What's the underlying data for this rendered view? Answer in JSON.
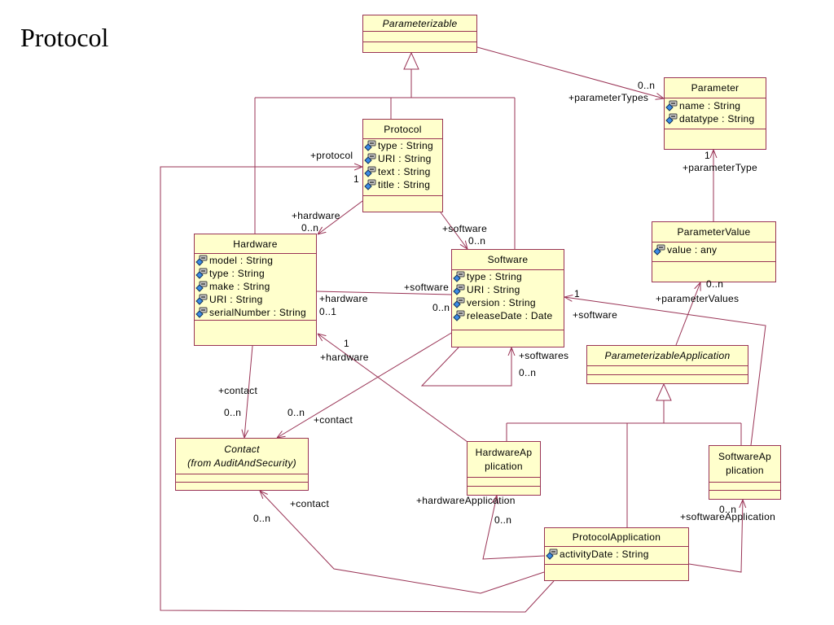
{
  "page": {
    "title": "Protocol"
  },
  "colors": {
    "line": "#993355",
    "class_fill": "#FFFFCC",
    "class_border": "#993355",
    "text": "#000000",
    "background": "#FFFFFF"
  },
  "icons": {
    "attribute": "attribute-icon",
    "arrow": "open-arrowhead",
    "generalization": "hollow-triangle"
  },
  "classes": {
    "parameterizable": {
      "name": "Parameterizable",
      "italic": true,
      "attributes": []
    },
    "parameter": {
      "name": "Parameter",
      "attributes": [
        "name : String",
        "datatype : String"
      ]
    },
    "protocol": {
      "name": "Protocol",
      "attributes": [
        "type : String",
        "URI : String",
        "text : String",
        "title : String"
      ]
    },
    "hardware": {
      "name": "Hardware",
      "attributes": [
        "model : String",
        "type : String",
        "make : String",
        "URI : String",
        "serialNumber : String"
      ]
    },
    "software": {
      "name": "Software",
      "attributes": [
        "type : String",
        "URI : String",
        "version : String",
        "releaseDate : Date"
      ]
    },
    "parameter_value": {
      "name": "ParameterValue",
      "attributes": [
        "value : any"
      ]
    },
    "parameterizable_application": {
      "name": "ParameterizableApplication",
      "italic": true,
      "attributes": []
    },
    "contact": {
      "name": "Contact",
      "package_note": "(from AuditAndSecurity)",
      "italic": true,
      "attributes": []
    },
    "hardware_application": {
      "name_lines": [
        "HardwareAp",
        "plication"
      ],
      "attributes": []
    },
    "software_application": {
      "name_lines": [
        "SoftwareAp",
        "plication"
      ],
      "attributes": []
    },
    "protocol_application": {
      "name": "ProtocolApplication",
      "attributes": [
        "activityDate : String"
      ]
    }
  },
  "associations": {
    "parameterizable_parameter": {
      "role": "+parameterTypes",
      "multiplicity": "0..n"
    },
    "parametervalue_parameter": {
      "role": "+parameterType",
      "multiplicity": "1"
    },
    "protocolapplication_protocol": {
      "role": "+protocol",
      "multiplicity": "1"
    },
    "protocol_hardware": {
      "role": "+hardware",
      "multiplicity": "0..n"
    },
    "protocol_software": {
      "role": "+software",
      "multiplicity": "0..n"
    },
    "hardware_software": {
      "hardware_end": {
        "role": "+hardware",
        "multiplicity": "0..1"
      },
      "software_end": {
        "role": "+software",
        "multiplicity": "0..n"
      }
    },
    "softwareapplication_software": {
      "role": "+software",
      "multiplicity": "1"
    },
    "parameterizableapplication_parametervalue": {
      "role": "+parameterValues",
      "multiplicity": "0..n"
    },
    "hardwareapplication_hardware": {
      "role": "+hardware",
      "multiplicity": "1"
    },
    "software_software": {
      "role": "+softwares",
      "multiplicity": "0..n"
    },
    "hardware_contact": {
      "role": "+contact",
      "multiplicity": "0..n"
    },
    "software_contact": {
      "role": "+contact",
      "multiplicity": "0..n"
    },
    "protocolapplication_contact": {
      "role": "+contact",
      "multiplicity": "0..n"
    },
    "protocolapplication_hardwareapplication": {
      "role": "+hardwareApplication",
      "multiplicity": "0..n"
    },
    "protocolapplication_softwareapplication": {
      "role": "+softwareApplication",
      "multiplicity": "0..n"
    }
  }
}
